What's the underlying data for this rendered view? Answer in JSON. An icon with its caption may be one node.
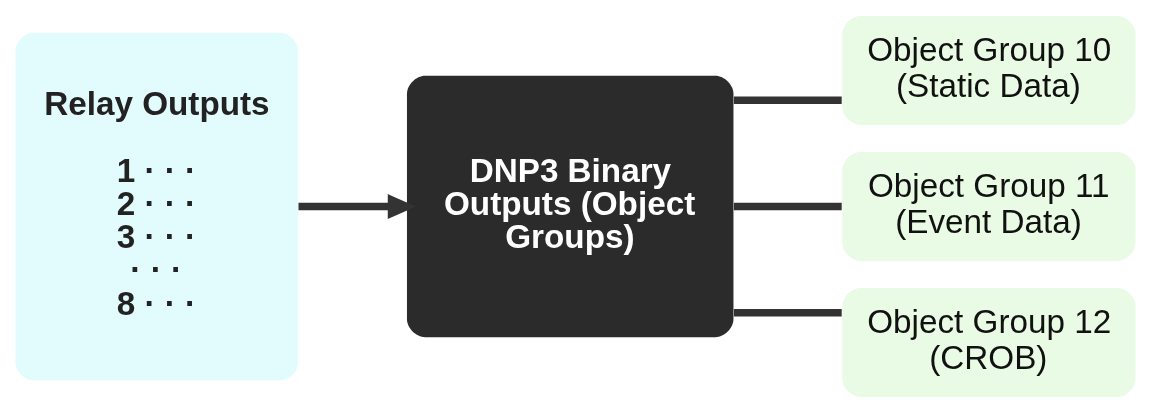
{
  "diagram": {
    "nodes": [
      {
        "text": [
          "Relay Outputs",
          "1 · · ·",
          "2 · · ·",
          "3 · · ·",
          "· · ·",
          "8 · · ·"
        ]
      },
      {
        "text": [
          "DNP3 Binary Outputs (Object Groups)"
        ]
      },
      {
        "text": [
          "Object Group 10 (Static Data)"
        ]
      },
      {
        "text": [
          "Object Group 11 (Event Data)"
        ]
      },
      {
        "text": [
          "Object Group 12 (CROB)"
        ]
      }
    ],
    "edges": [
      {
        "from": 0,
        "to": 1,
        "arrow": "to"
      },
      {
        "from": 1,
        "to": 2,
        "arrow": "none"
      },
      {
        "from": 1,
        "to": 3,
        "arrow": "none"
      },
      {
        "from": 1,
        "to": 4,
        "arrow": "none"
      }
    ]
  }
}
